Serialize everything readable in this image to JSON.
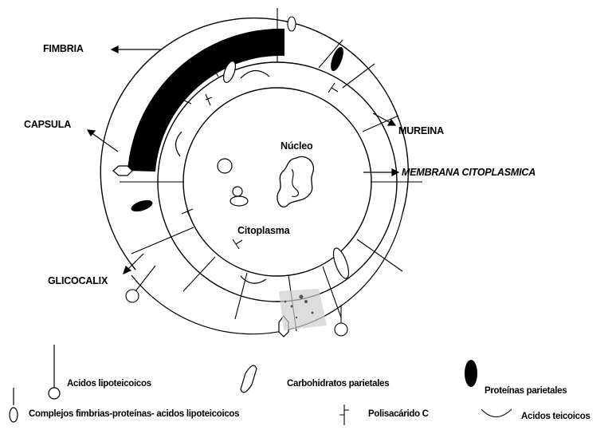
{
  "diagram": {
    "labels": {
      "fimbria": "FIMBRIA",
      "capsula": "CAPSULA",
      "mureina": "MUREINA",
      "membrana": "MEMBRANA CITOPLASMICA",
      "glicocalix": "GLICOCALIX",
      "nucleo": "Núcleo",
      "citoplasma": "Citoplasma"
    },
    "legend": {
      "acidos_lipoteicoicos": "Acidos lipoteicoicos",
      "carbohidratos": "Carbohidratos parietales",
      "proteinas": "Proteínas parietales",
      "complejos": "Complejos fimbrias-proteínas- acidos lipoteicoicos",
      "polisacarido": "Polisacárido C",
      "teicoicos": "Acidos teicoicos"
    },
    "colors": {
      "ink": "#000000",
      "paper": "#ffffff"
    }
  }
}
